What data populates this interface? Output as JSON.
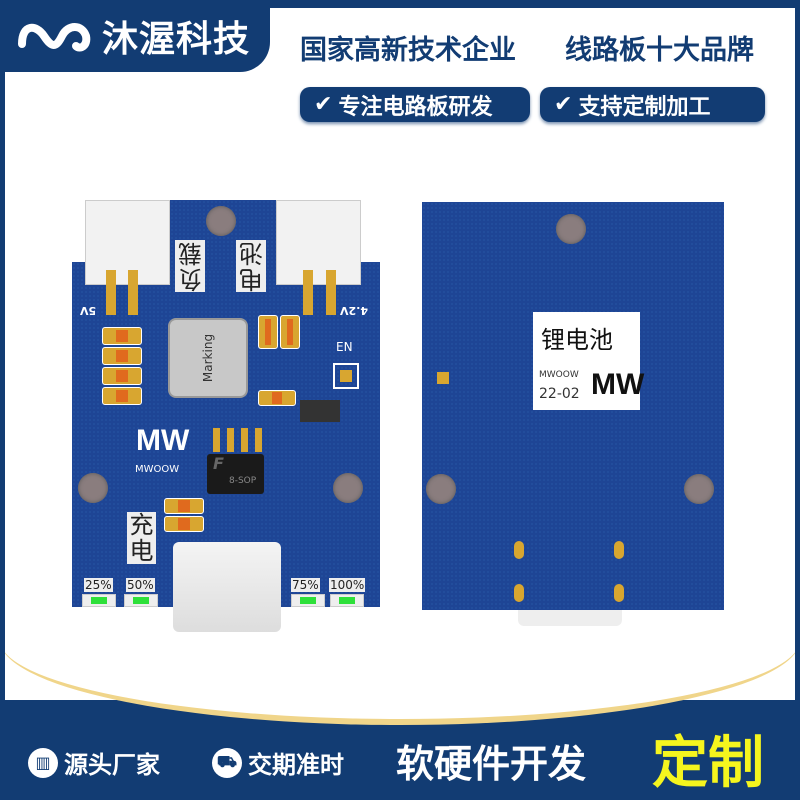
{
  "brand": {
    "name": "沐渥科技"
  },
  "slogans": [
    "国家高新技术企业",
    "线路板十大品牌"
  ],
  "badges": [
    {
      "icon": "check-icon",
      "label": "专注电路板研发"
    },
    {
      "icon": "check-icon",
      "label": "支持定制加工"
    }
  ],
  "front_board": {
    "connector_left_label": "5V",
    "connector_right_label": "4.2V",
    "load_label": "负载",
    "battery_label": "电池",
    "inductor_label": "Marking",
    "en_label": "EN",
    "logo": "MW",
    "logo_sub": "MWOOW",
    "chip_label": "8-SOP",
    "charge_label": "充电",
    "leds": [
      "25%",
      "50%",
      "75%",
      "100%"
    ]
  },
  "back_board": {
    "sticker_title": "锂电池",
    "sticker_brand": "MWOOW",
    "sticker_code": "22-02",
    "sticker_logo": "MW"
  },
  "footer": {
    "features": [
      {
        "icon": "building-icon",
        "label": "源头厂家"
      },
      {
        "icon": "truck-icon",
        "label": "交期准时"
      }
    ],
    "service": "软硬件开发",
    "highlight": "定制",
    "highlight_color": "#f5f51e"
  }
}
